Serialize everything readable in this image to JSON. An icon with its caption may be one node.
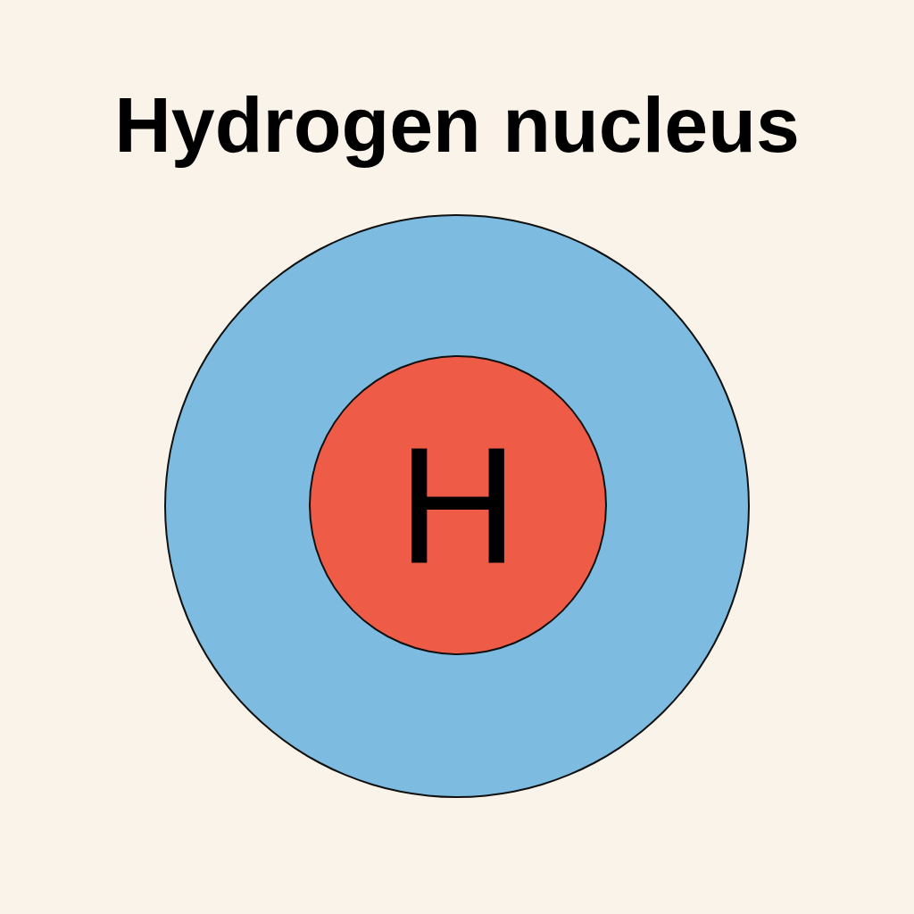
{
  "diagram": {
    "title": "Hydrogen nucleus",
    "nodes": [
      {
        "text": [],
        "shape": "circle"
      },
      {
        "text": [
          "H"
        ],
        "in": 0
      }
    ]
  }
}
